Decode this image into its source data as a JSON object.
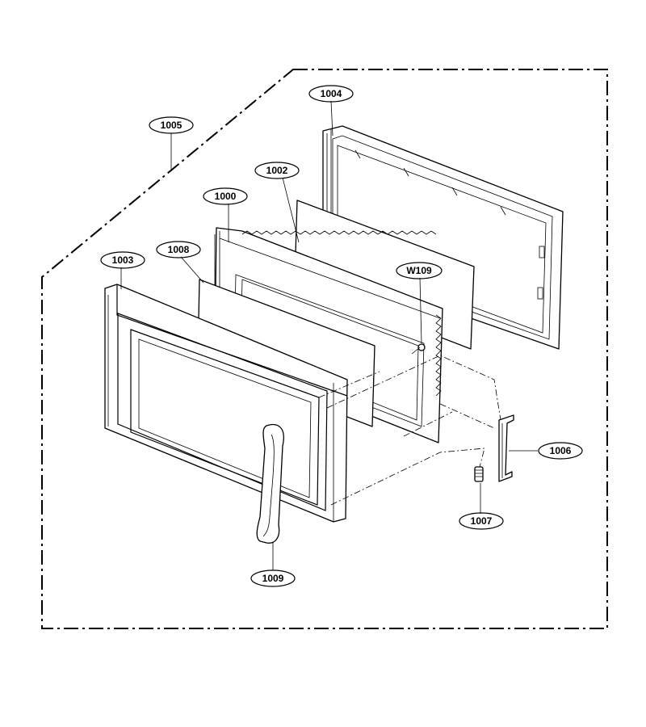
{
  "callouts": [
    {
      "id": "1004",
      "label": "1004"
    },
    {
      "id": "1005",
      "label": "1005"
    },
    {
      "id": "1002",
      "label": "1002"
    },
    {
      "id": "1000",
      "label": "1000"
    },
    {
      "id": "1003",
      "label": "1003"
    },
    {
      "id": "1008",
      "label": "1008"
    },
    {
      "id": "W109",
      "label": "W109"
    },
    {
      "id": "1006",
      "label": "1006"
    },
    {
      "id": "1007",
      "label": "1007"
    },
    {
      "id": "1009",
      "label": "1009"
    }
  ]
}
